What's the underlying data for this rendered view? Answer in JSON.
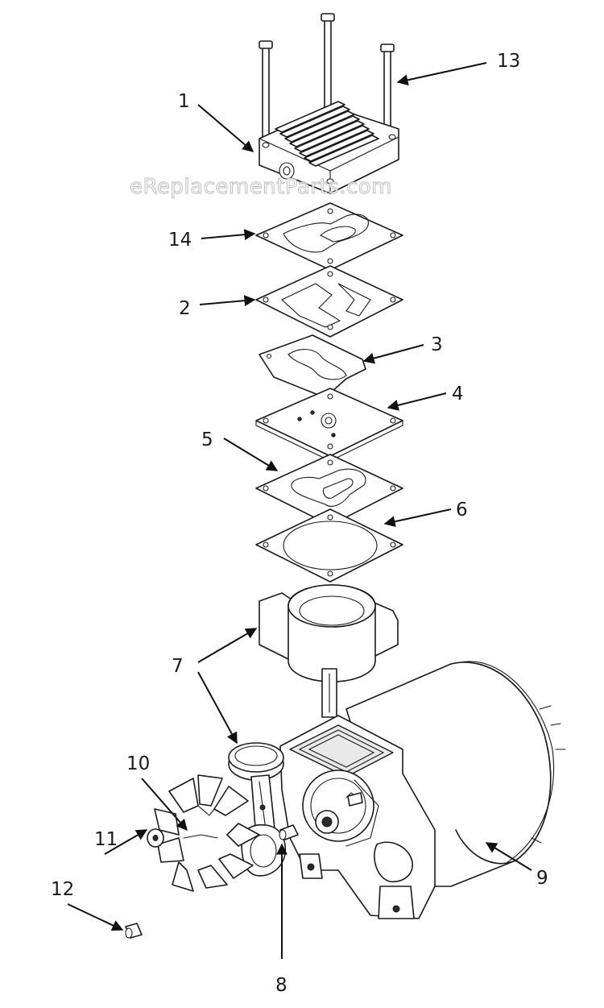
{
  "watermark": "eReplacementParts.com",
  "labels": [
    "1",
    "13",
    "14",
    "2",
    "3",
    "4",
    "5",
    "6",
    "7",
    "10",
    "11",
    "12",
    "8",
    "9"
  ]
}
